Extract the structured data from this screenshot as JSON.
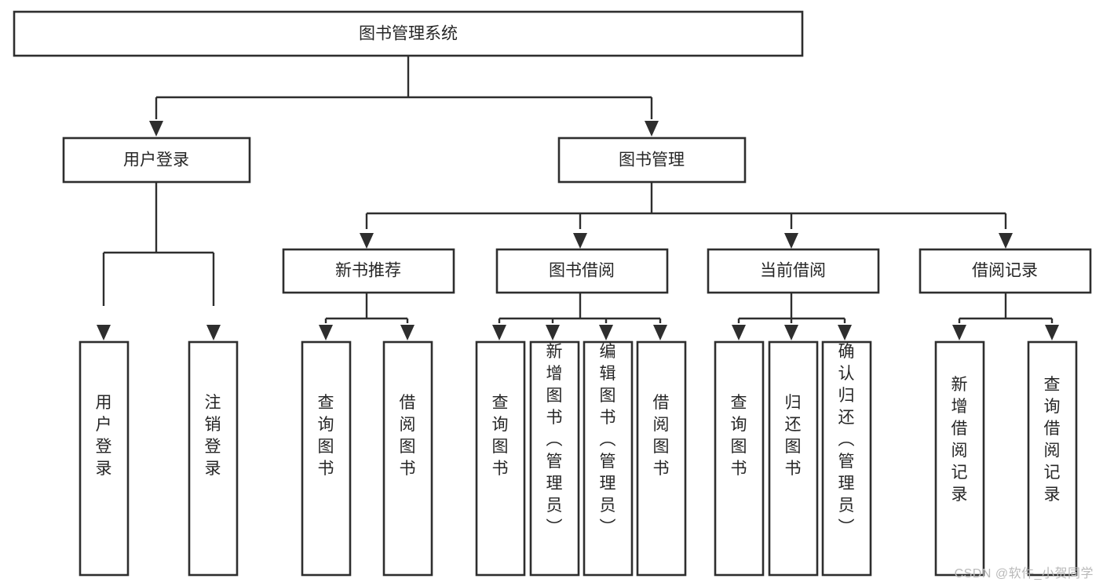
{
  "diagram": {
    "type": "tree-hierarchy",
    "title": "图书管理系统",
    "orientation": "top-down",
    "colors": {
      "box_stroke": "#2e2e2e",
      "box_fill": "#ffffff",
      "text": "#262626",
      "background": "#ffffff",
      "watermark": "#b9b9b9"
    },
    "root": {
      "label": "图书管理系统"
    },
    "level1": [
      {
        "label": "用户登录"
      },
      {
        "label": "图书管理"
      }
    ],
    "level2": [
      {
        "label": "新书推荐"
      },
      {
        "label": "图书借阅"
      },
      {
        "label": "当前借阅"
      },
      {
        "label": "借阅记录"
      }
    ],
    "leaves": {
      "user_login": [
        {
          "label": "用户登录"
        },
        {
          "label": "注销登录"
        }
      ],
      "new_book_recommend": [
        {
          "label": "查询图书"
        },
        {
          "label": "借阅图书"
        }
      ],
      "book_borrow": [
        {
          "label": "查询图书"
        },
        {
          "label": "新增图书（管理员）"
        },
        {
          "label": "编辑图书（管理员）"
        },
        {
          "label": "借阅图书"
        }
      ],
      "current_borrow": [
        {
          "label": "查询图书"
        },
        {
          "label": "归还图书"
        },
        {
          "label": "确认归还（管理员）"
        }
      ],
      "borrow_record": [
        {
          "label": "新增借阅记录"
        },
        {
          "label": "查询借阅记录"
        }
      ]
    },
    "watermark": "CSDN @软件_小贺同学"
  }
}
